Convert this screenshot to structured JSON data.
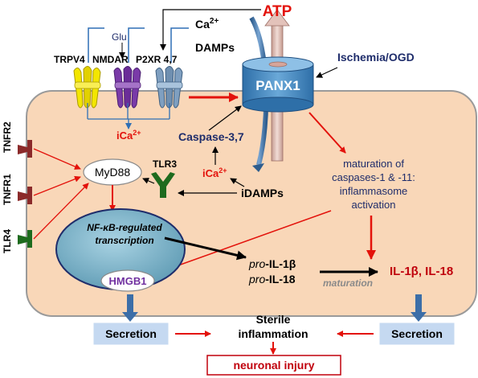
{
  "labels": {
    "atp": "ATP",
    "ca2": "Ca",
    "ca2_sup": "2+",
    "damps": "DAMPs",
    "ischemia": "Ischemia/OGD",
    "panx1": "PANX1",
    "glu": "Glu",
    "trpv4": "TRPV4",
    "nmdar": "NMDAR",
    "p2xr": "P2XR 4,7",
    "ica_top": "iCa",
    "ica_top_sup": "2+",
    "caspase37": "Caspase-3,7",
    "ica_mid": "iCa",
    "ica_mid_sup": "2+",
    "idamps": "iDAMPs",
    "tnfr2": "TNFR2",
    "tnfr1": "TNFR1",
    "tlr4": "TLR4",
    "tlr3": "TLR3",
    "myd88": "MyD88",
    "maturation_line1": "maturation of",
    "maturation_line2": "caspases-1 & -11:",
    "maturation_line3": "inflammasome",
    "maturation_line4": "activation",
    "nfkb_line1": "NF-κB-regulated",
    "nfkb_line2": "transcription",
    "hmgb1": "HMGB1",
    "pro_il1b_italic": "pro",
    "pro_il1b": "-IL-1β",
    "pro_il18_italic": "pro",
    "pro_il18": "-IL-18",
    "maturation": "maturation",
    "il_mature": "IL-1β, IL-18",
    "secretion_left": "Secretion",
    "secretion_right": "Secretion",
    "sterile_line1": "Sterile",
    "sterile_line2": "inflammation",
    "neuronal_injury": "neuronal injury"
  },
  "colors": {
    "cell_fill": "#f9d7b8",
    "cell_stroke": "#9a9a9a",
    "red": "#e3120b",
    "dark_red": "#c0000c",
    "navy": "#1f2d6b",
    "purple": "#7030a0",
    "green": "#1e6b1e",
    "receptor_red": "#8b2a2a",
    "nucleus": "#7eb3c9",
    "secretion_box": "#c5d9f1"
  }
}
